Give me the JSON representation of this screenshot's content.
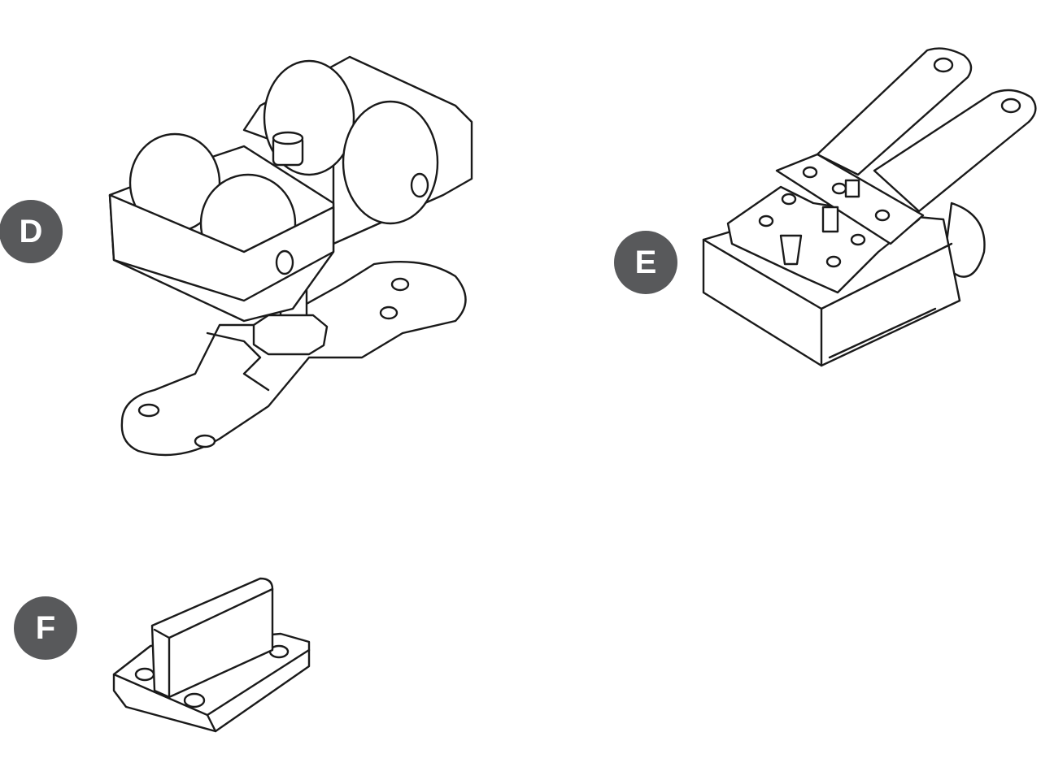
{
  "labels": {
    "d": "D",
    "e": "E",
    "f": "F"
  },
  "colors": {
    "badge": "#58595b",
    "line": "#1a1a1a"
  }
}
